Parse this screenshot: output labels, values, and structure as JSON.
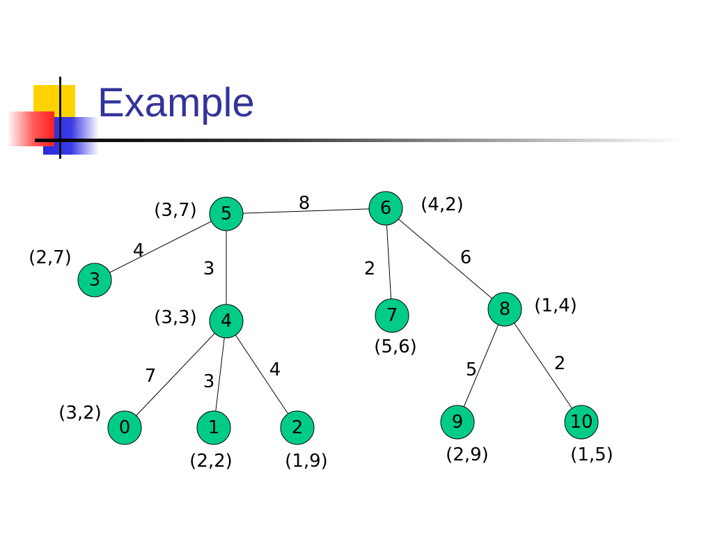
{
  "slide": {
    "title": "Example"
  },
  "tree": {
    "nodes": [
      {
        "id": "5",
        "label": "(3,7)"
      },
      {
        "id": "6",
        "label": "(4,2)"
      },
      {
        "id": "3",
        "label": "(2,7)"
      },
      {
        "id": "4",
        "label": "(3,3)"
      },
      {
        "id": "7",
        "label": "(5,6)"
      },
      {
        "id": "8",
        "label": "(1,4)"
      },
      {
        "id": "0",
        "label": "(3,2)"
      },
      {
        "id": "1",
        "label": "(2,2)"
      },
      {
        "id": "2",
        "label": "(1,9)"
      },
      {
        "id": "9",
        "label": "(2,9)"
      },
      {
        "id": "10",
        "label": "(1,5)"
      }
    ],
    "edges": [
      {
        "from": "5",
        "to": "6",
        "weight": "8"
      },
      {
        "from": "5",
        "to": "3",
        "weight": "4"
      },
      {
        "from": "5",
        "to": "4",
        "weight": "3"
      },
      {
        "from": "6",
        "to": "7",
        "weight": "2"
      },
      {
        "from": "6",
        "to": "8",
        "weight": "6"
      },
      {
        "from": "4",
        "to": "0",
        "weight": "7"
      },
      {
        "from": "4",
        "to": "1",
        "weight": "3"
      },
      {
        "from": "4",
        "to": "2",
        "weight": "4"
      },
      {
        "from": "8",
        "to": "9",
        "weight": "5"
      },
      {
        "from": "8",
        "to": "10",
        "weight": "2"
      }
    ],
    "colors": {
      "node_fill": "#00cc88",
      "title": "#333399"
    }
  }
}
